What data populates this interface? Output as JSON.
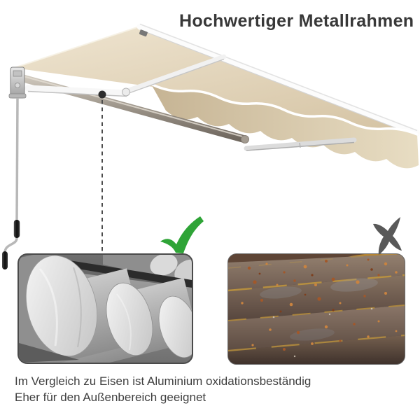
{
  "title": "Hochwertiger Metallrahmen",
  "caption": {
    "line1": "Im Vergleich zu Eisen ist Aluminium oxidationsbeständig",
    "line2": "Eher für den Außenbereich geeignet"
  },
  "comparison": {
    "approved_icon": "check-icon",
    "rejected_icon": "x-icon"
  },
  "colors": {
    "approve_green": "#2fa437",
    "reject_gray": "#595959",
    "awning_fabric": "#ddccae",
    "title_text": "#383838",
    "caption_text": "#3e3e3e"
  }
}
